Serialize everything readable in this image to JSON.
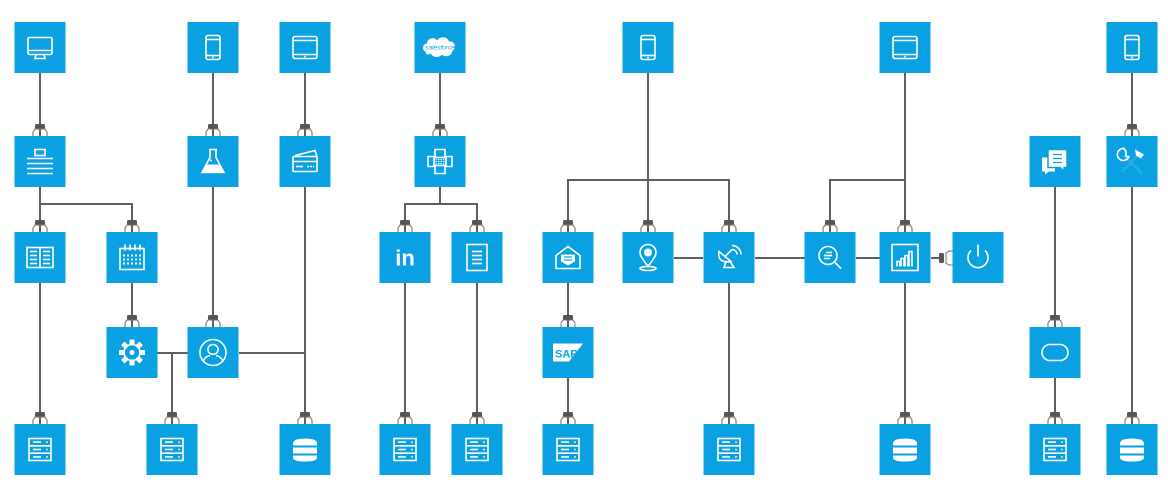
{
  "diagram": {
    "title": "",
    "accent_color": "#0aa1e2",
    "line_color": "#5f5f5f",
    "nodes": [
      {
        "id": "n1",
        "icon": "desktop-icon",
        "label": "Desktop",
        "col": 40,
        "row": 0
      },
      {
        "id": "n2",
        "icon": "fax-icon",
        "label": "Fax / Print",
        "col": 40,
        "row": 1
      },
      {
        "id": "n3",
        "icon": "book-icon",
        "label": "Book",
        "col": 40,
        "row": 2
      },
      {
        "id": "n4",
        "icon": "calendar-icon",
        "label": "Calendar",
        "col": 132,
        "row": 2
      },
      {
        "id": "n5",
        "icon": "gear-icon",
        "label": "Settings",
        "col": 132,
        "row": 3
      },
      {
        "id": "n6",
        "icon": "phone-icon",
        "label": "Phone",
        "col": 213,
        "row": 0
      },
      {
        "id": "n7",
        "icon": "flask-icon",
        "label": "Lab",
        "col": 213,
        "row": 1
      },
      {
        "id": "n8",
        "icon": "user-icon",
        "label": "User",
        "col": 213,
        "row": 3
      },
      {
        "id": "n9",
        "icon": "tablet-icon",
        "label": "Tablet",
        "col": 305,
        "row": 0
      },
      {
        "id": "n10",
        "icon": "credit-card-icon",
        "label": "Payment",
        "col": 305,
        "row": 1
      },
      {
        "id": "n11",
        "icon": "server-icon",
        "label": "Server",
        "col": 40,
        "row": 4
      },
      {
        "id": "n12",
        "icon": "server-icon",
        "label": "Server",
        "col": 172,
        "row": 4
      },
      {
        "id": "n13",
        "icon": "database-icon",
        "label": "Database",
        "col": 305,
        "row": 4
      },
      {
        "id": "n14",
        "icon": "salesforce-icon",
        "label": "salesforce",
        "col": 440,
        "row": 0
      },
      {
        "id": "n15",
        "icon": "hub-icon",
        "label": "Hub",
        "col": 440,
        "row": 1
      },
      {
        "id": "n16",
        "icon": "linkedin-icon",
        "label": "in",
        "col": 405,
        "row": 2
      },
      {
        "id": "n17",
        "icon": "document-icon",
        "label": "Document",
        "col": 477,
        "row": 2
      },
      {
        "id": "n18",
        "icon": "server-icon",
        "label": "Server",
        "col": 405,
        "row": 4
      },
      {
        "id": "n19",
        "icon": "server-icon",
        "label": "Server",
        "col": 477,
        "row": 4
      },
      {
        "id": "n20",
        "icon": "mail-icon",
        "label": "Mail",
        "col": 568,
        "row": 2
      },
      {
        "id": "n21",
        "icon": "sap-icon",
        "label": "SAP",
        "col": 568,
        "row": 3
      },
      {
        "id": "n22",
        "icon": "server-icon",
        "label": "Server",
        "col": 568,
        "row": 4
      },
      {
        "id": "n23",
        "icon": "phone-icon",
        "label": "Phone",
        "col": 648,
        "row": 0
      },
      {
        "id": "n24",
        "icon": "location-pin-icon",
        "label": "Location",
        "col": 648,
        "row": 2
      },
      {
        "id": "n25",
        "icon": "satellite-icon",
        "label": "Satellite",
        "col": 729,
        "row": 2
      },
      {
        "id": "n26",
        "icon": "server-icon",
        "label": "Server",
        "col": 729,
        "row": 4
      },
      {
        "id": "n27",
        "icon": "tablet-icon",
        "label": "Tablet",
        "col": 905,
        "row": 0
      },
      {
        "id": "n28",
        "icon": "search-icon",
        "label": "Search",
        "col": 830,
        "row": 2
      },
      {
        "id": "n29",
        "icon": "bar-chart-icon",
        "label": "Analytics",
        "col": 905,
        "row": 2
      },
      {
        "id": "n30",
        "icon": "power-icon",
        "label": "Power",
        "col": 978,
        "row": 2
      },
      {
        "id": "n31",
        "icon": "database-icon",
        "label": "Database",
        "col": 905,
        "row": 4
      },
      {
        "id": "n32",
        "icon": "chat-icon",
        "label": "Chat",
        "col": 1055,
        "row": 1
      },
      {
        "id": "n33",
        "icon": "oracle-icon",
        "label": "Oracle",
        "col": 1055,
        "row": 3
      },
      {
        "id": "n34",
        "icon": "server-icon",
        "label": "Server",
        "col": 1055,
        "row": 4
      },
      {
        "id": "n35",
        "icon": "phone-icon",
        "label": "Phone",
        "col": 1132,
        "row": 0
      },
      {
        "id": "n36",
        "icon": "tools-icon",
        "label": "Tools",
        "col": 1132,
        "row": 1
      },
      {
        "id": "n37",
        "icon": "database-icon",
        "label": "Database",
        "col": 1132,
        "row": 4
      }
    ],
    "edges": [
      [
        "n1",
        "n2"
      ],
      [
        "n2",
        "n3"
      ],
      [
        "n2",
        "n4"
      ],
      [
        "n4",
        "n5"
      ],
      [
        "n3",
        "n11"
      ],
      [
        "n6",
        "n7"
      ],
      [
        "n7",
        "n8"
      ],
      [
        "n5",
        "n8"
      ],
      [
        "n5",
        "n12"
      ],
      [
        "n9",
        "n10"
      ],
      [
        "n10",
        "n13"
      ],
      [
        "n8",
        "n13"
      ],
      [
        "n14",
        "n15"
      ],
      [
        "n15",
        "n16"
      ],
      [
        "n15",
        "n17"
      ],
      [
        "n16",
        "n18"
      ],
      [
        "n17",
        "n19"
      ],
      [
        "n23",
        "n24"
      ],
      [
        "n23",
        "n20"
      ],
      [
        "n23",
        "n25"
      ],
      [
        "n20",
        "n21"
      ],
      [
        "n21",
        "n22"
      ],
      [
        "n24",
        "n25"
      ],
      [
        "n25",
        "n26"
      ],
      [
        "n25",
        "n28"
      ],
      [
        "n27",
        "n28"
      ],
      [
        "n27",
        "n29"
      ],
      [
        "n28",
        "n29"
      ],
      [
        "n29",
        "n30"
      ],
      [
        "n29",
        "n31"
      ],
      [
        "n32",
        "n33"
      ],
      [
        "n33",
        "n34"
      ],
      [
        "n35",
        "n36"
      ],
      [
        "n36",
        "n37"
      ]
    ]
  }
}
